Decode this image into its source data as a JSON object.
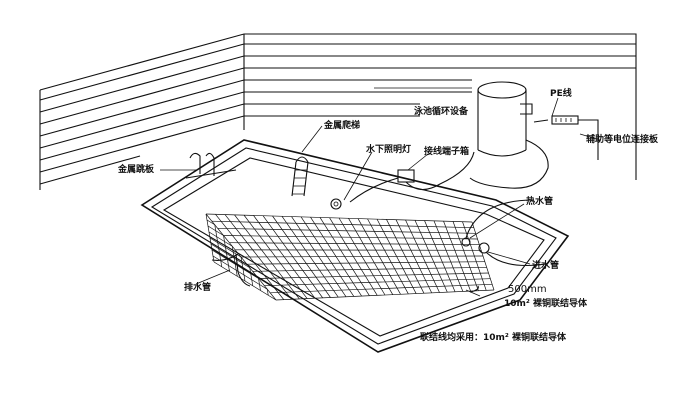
{
  "labels": {
    "pool_circulation_equipment": "泳池循环设备",
    "pe_line": "PE线",
    "equipotential_board": "辅助等电位连接板",
    "metal_ladder": "金属爬梯",
    "underwater_light": "水下照明灯",
    "junction_box": "接线端子箱",
    "metal_springboard": "金属跳板",
    "hot_water_pipe": "热水管",
    "water_inlet_pipe": "进水管",
    "drain_pipe": "排水管",
    "grid_spacing": "500mm",
    "conductor_spec": "10m² 裸铜联结导体",
    "bottom_note": "联结线均采用：10m² 裸铜联结导体"
  }
}
